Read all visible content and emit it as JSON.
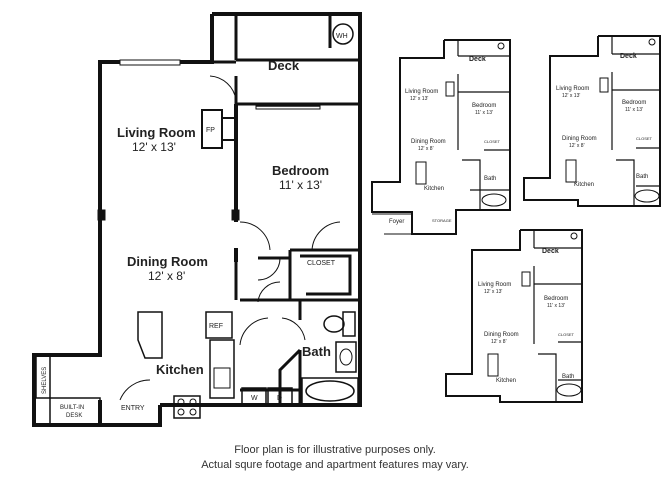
{
  "main_plan": {
    "rooms": {
      "deck": "Deck",
      "wh": "WH",
      "fp": "FP",
      "living_room": "Living Room",
      "living_dim": "12' x 13'",
      "bedroom": "Bedroom",
      "bedroom_dim": "11' x 13'",
      "dining_room": "Dining Room",
      "dining_dim": "12' x 8'",
      "closet": "CLOSET",
      "ref": "REF",
      "bath": "Bath",
      "kitchen": "Kitchen",
      "shelves": "SHELVES",
      "builtin_desk_1": "BUILT-IN",
      "builtin_desk_2": "DESK",
      "entry": "ENTRY",
      "washer": "W",
      "dryer": "D"
    }
  },
  "variant_plans": {
    "deck": "Deck",
    "living_room": "Living Room",
    "living_dim": "12' x 13'",
    "bedroom": "Bedroom",
    "bedroom_dim": "11' x 13'",
    "dining_room": "Dining Room",
    "dining_dim": "12' x 8'",
    "kitchen": "Kitchen",
    "bath": "Bath",
    "foyer": "Foyer",
    "storage": "STORAGE",
    "closet": "CLOSET"
  },
  "disclaimer": {
    "line1": "Floor plan is for illustrative purposes only.",
    "line2": "Actual squre footage and apartment features may vary."
  }
}
